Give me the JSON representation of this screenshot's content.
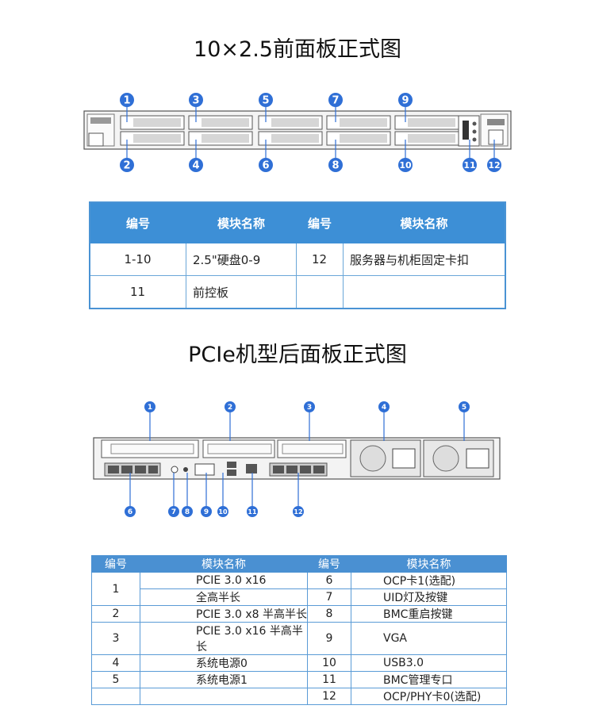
{
  "front": {
    "title": "10×2.5前面板正式图",
    "callouts_top": [
      "1",
      "3",
      "5",
      "7",
      "9"
    ],
    "callouts_bottom": [
      "2",
      "4",
      "6",
      "8",
      "10",
      "11",
      "12"
    ],
    "table": {
      "headers": [
        "编号",
        "模块名称",
        "编号",
        "模块名称"
      ],
      "rows": [
        [
          "1-10",
          "2.5\"硬盘0-9",
          "12",
          "服务器与机柜固定卡扣"
        ],
        [
          "11",
          "前控板",
          "",
          ""
        ]
      ]
    }
  },
  "rear": {
    "title": "PCIe机型后面板正式图",
    "callouts_top": [
      "1",
      "2",
      "3",
      "4",
      "5"
    ],
    "callouts_bottom": [
      "6",
      "7",
      "8",
      "9",
      "10",
      "11",
      "12"
    ],
    "table": {
      "headers": [
        "编号",
        "模块名称",
        "编号",
        "模块名称"
      ],
      "rows": [
        {
          "n": "1",
          "m1": "PCIE 3.0 x16",
          "m2": "全高半长",
          "n2a": "6",
          "d2a": "OCP卡1(选配)",
          "n2b": "7",
          "d2b": "UID灯及按键"
        },
        {
          "n": "2",
          "m": "PCIE 3.0 x8 半高半长",
          "n2": "8",
          "d2": "BMC重启按键"
        },
        {
          "n": "3",
          "m": "PCIE 3.0 x16 半高半长",
          "n2": "9",
          "d2": "VGA"
        },
        {
          "n": "4",
          "m": "系统电源0",
          "n2": "10",
          "d2": "USB3.0"
        },
        {
          "n": "5",
          "m": "系统电源1",
          "n2": "11",
          "d2": "BMC管理专口"
        },
        {
          "n": "",
          "m": "",
          "n2": "12",
          "d2": "OCP/PHY卡0(选配)"
        }
      ]
    }
  },
  "colors": {
    "callout": "#2f6fd6",
    "header": "#3d8fd6",
    "border": "#5a9bd6"
  }
}
